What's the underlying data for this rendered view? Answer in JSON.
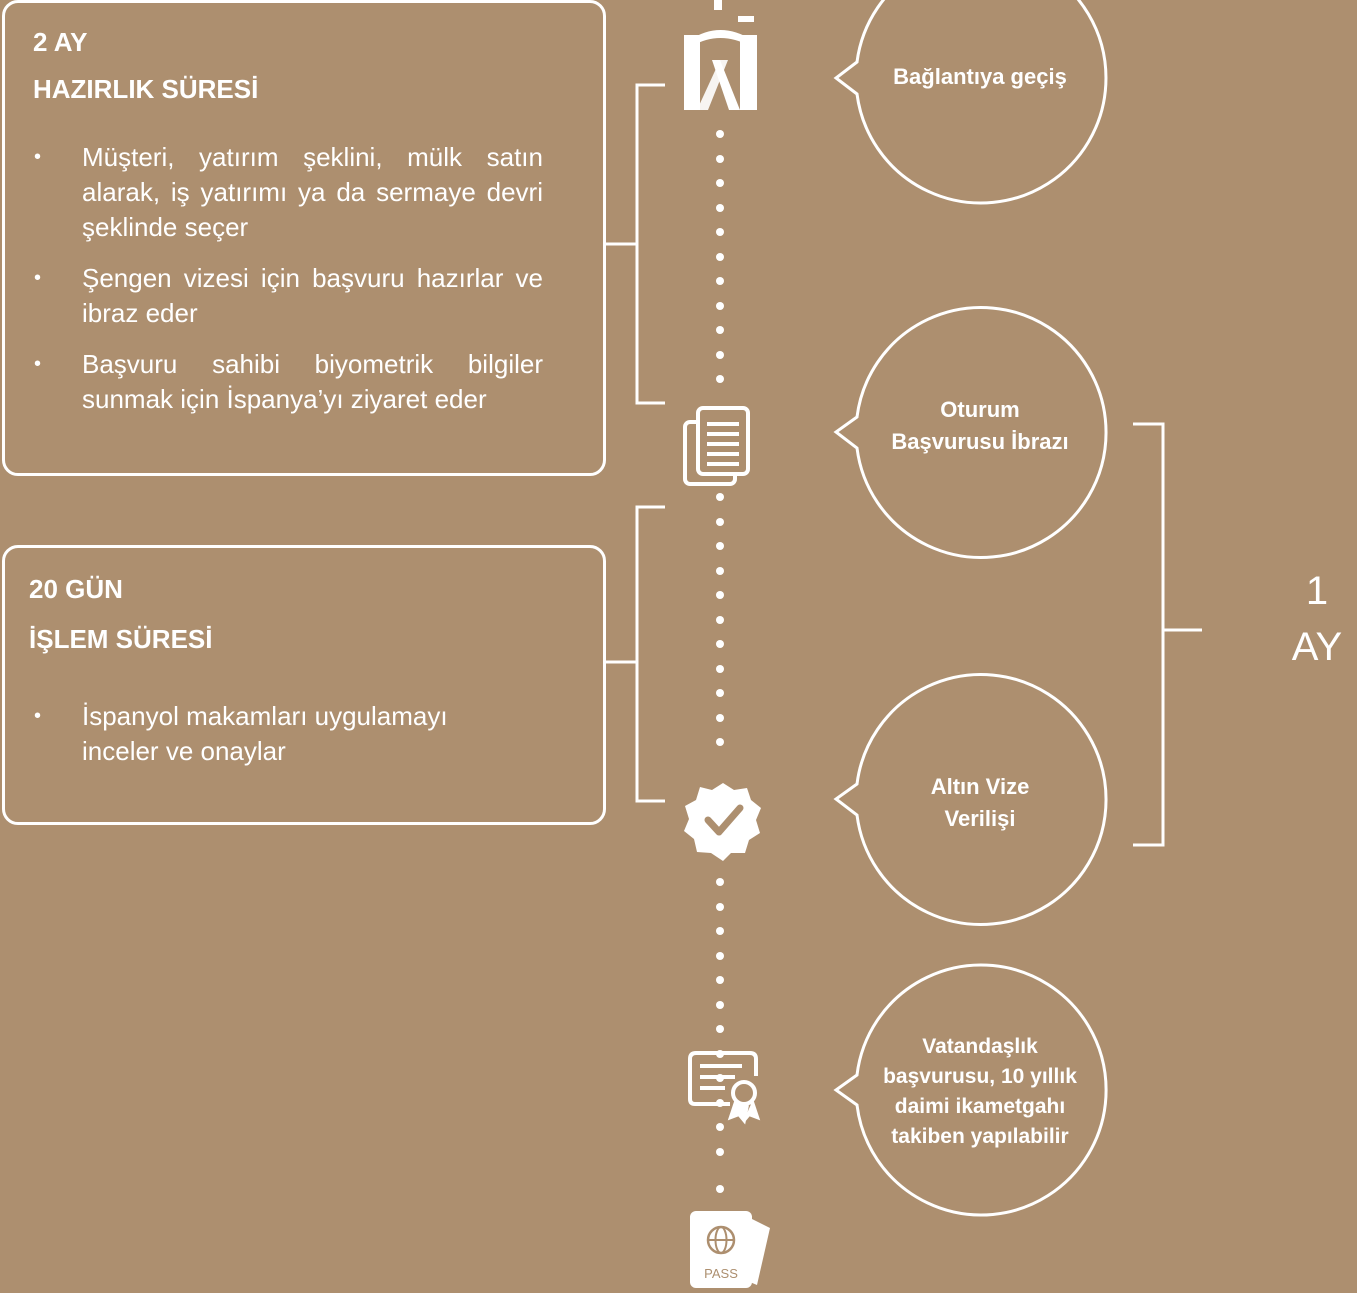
{
  "cards": [
    {
      "duration": "2 AY",
      "title": "HAZIRLIK SÜRESİ",
      "bullets": [
        "Müşteri, yatırım şeklini, mülk satın alarak, iş yatırımı ya da sermaye devri şeklinde seçer",
        "Şengen vizesi için başvuru hazırlar ve ibraz eder",
        "Başvuru sahibi biyometrik bilgiler sunmak için İspanya’yı ziyaret eder"
      ]
    },
    {
      "duration": "20 GÜN",
      "title": "İŞLEM SÜRESİ",
      "bullets": [
        "İspanyol makamları uygulamayı inceler ve onaylar"
      ]
    }
  ],
  "steps": [
    {
      "label": "Bağlantıya geçiş",
      "icon": "spain-crest-icon"
    },
    {
      "label_lines": [
        "Oturum",
        "Başvurusu İbrazı"
      ],
      "icon": "documents-icon"
    },
    {
      "label_lines": [
        "Altın Vize",
        "Verilişi"
      ],
      "icon": "verified-badge-icon"
    },
    {
      "label_lines": [
        "Vatandaşlık",
        "başvurusu, 10 yıllık",
        "daimi ikametgahı",
        "takiben yapılabilir"
      ],
      "icon": "certificate-icon"
    }
  ],
  "end_icon": {
    "icon": "passport-icon",
    "label": "PASS"
  },
  "duration_bracket": {
    "number": "1",
    "unit": "AY"
  },
  "colors": {
    "background": "#ad8f6f",
    "foreground": "#ffffff"
  }
}
